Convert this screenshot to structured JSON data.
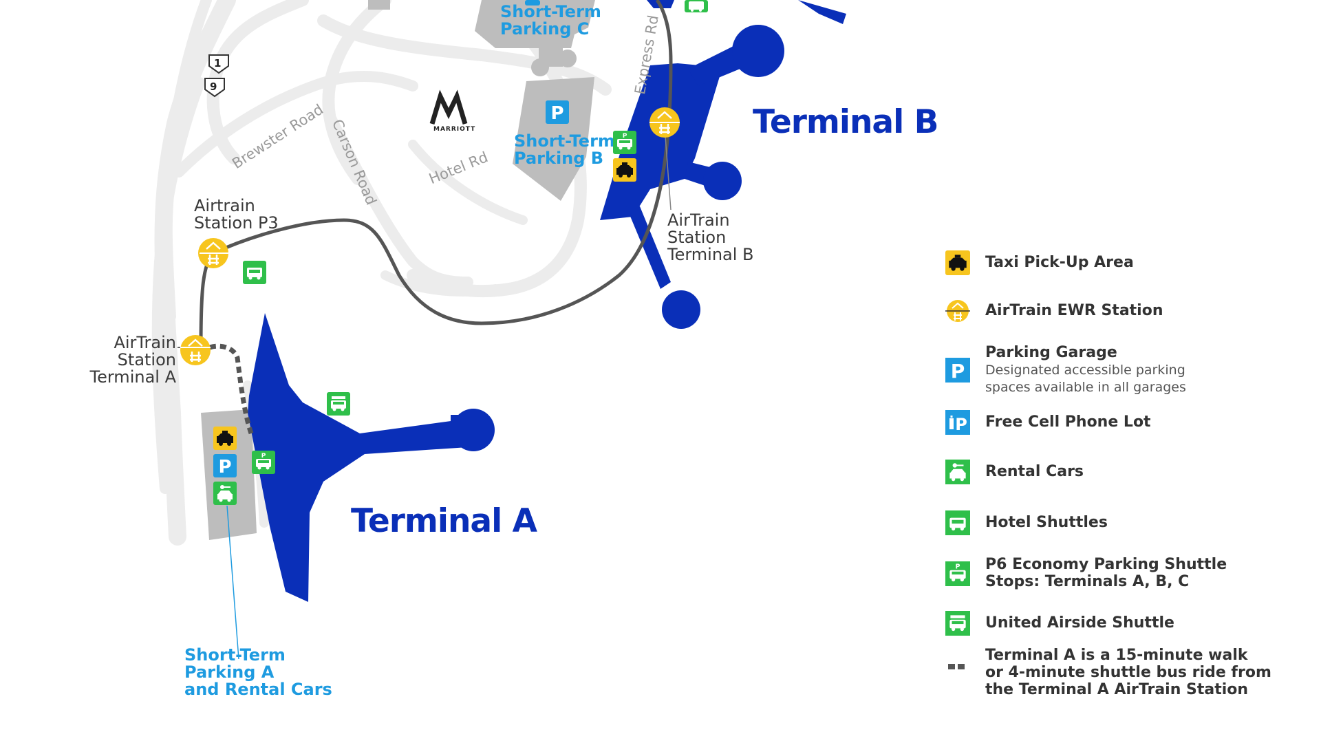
{
  "map": {
    "terminals": {
      "a": "Terminal A",
      "b": "Terminal B"
    },
    "roads": {
      "brewster": "Brewster Road",
      "carson": "Carson Road",
      "hotel": "Hotel Rd",
      "express": "Express Rd"
    },
    "highway_shields": [
      "1",
      "9"
    ],
    "hotel_brand": "MARRIOTT",
    "stations": {
      "p3": "Airtrain\nStation P3",
      "terminal_a": "AirTrain\nStation\nTerminal A",
      "terminal_b": "AirTrain\nStation\nTerminal B"
    },
    "parking": {
      "c": "Short-Term\nParking C",
      "b": "Short-Term\nParking B",
      "a": "Short-Term\nParking A\nand Rental Cars"
    },
    "colors": {
      "terminal_blue": "#0a2fb8",
      "parking_label_blue": "#1e9be0",
      "station_yellow": "#f7c51e",
      "shuttle_green": "#2fbf4a",
      "road_gray": "#e8e8e8",
      "lot_gray": "#bdbdbd",
      "airtrain_line": "#555555"
    }
  },
  "legend": {
    "items": [
      {
        "icon": "taxi-icon",
        "title": "Taxi Pick-Up Area"
      },
      {
        "icon": "airtrain-station-icon",
        "title": "AirTrain EWR Station"
      },
      {
        "icon": "parking-garage-icon",
        "title": "Parking Garage",
        "subtitle": "Designated accessible parking\nspaces available in all garages"
      },
      {
        "icon": "cell-phone-lot-icon",
        "title": "Free Cell Phone Lot"
      },
      {
        "icon": "rental-car-icon",
        "title": "Rental Cars"
      },
      {
        "icon": "hotel-shuttle-icon",
        "title": "Hotel Shuttles"
      },
      {
        "icon": "p6-shuttle-icon",
        "title": "P6 Economy Parking Shuttle\nStops: Terminals A, B, C"
      },
      {
        "icon": "united-shuttle-icon",
        "title": "United Airside Shuttle"
      },
      {
        "icon": "walk-path-icon",
        "title": "Terminal A is a 15-minute walk\nor 4-minute shuttle bus ride from\nthe Terminal A AirTrain Station"
      }
    ]
  }
}
